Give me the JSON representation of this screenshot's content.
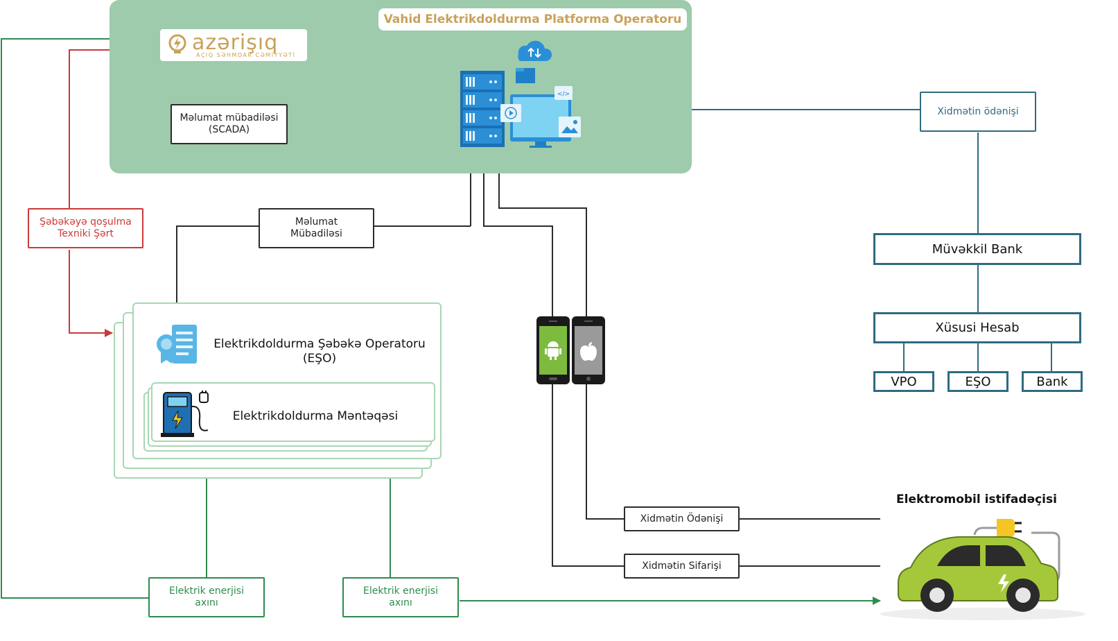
{
  "platform": {
    "title": "Vahid Elektrikdoldurma Platforma Operatoru"
  },
  "logo": {
    "name": "azərişıq",
    "subtitle": "AÇIQ SƏHMDAR CƏMİYYƏTİ"
  },
  "boxes": {
    "scada": "Məlumat mübadiləsi\n(SCADA)",
    "data_exchange": "Məlumat\nMübadiləsi",
    "grid_connection": "Şəbəkəyə qoşulma\nTexniki Şərt",
    "service_payment_top": "Xidmətin ödənişi",
    "service_payment": "Xidmətin Ödənişi",
    "service_order": "Xidmətin Sifarişi",
    "energy_flow_left": "Elektrik enerjisi\naxını",
    "energy_flow_right": "Elektrik enerjisi\naxını"
  },
  "eso": {
    "title": "Elektrikdoldurma Şəbəkə Operatoru\n(EŞO)"
  },
  "station": {
    "title": "Elektrikdoldurma Məntəqəsi"
  },
  "bank": {
    "main": "Müvəkkil Bank",
    "account": "Xüsusi Hesab",
    "splits": [
      "VPO",
      "EŞO",
      "Bank"
    ]
  },
  "ev_user": {
    "title": "Elektromobil istifadəçisi"
  },
  "colors": {
    "panel": "#9dcbab",
    "red": "#c93a3a",
    "green": "#2e8b4e",
    "teal": "#2f6b80",
    "gold": "#c9a15a"
  }
}
